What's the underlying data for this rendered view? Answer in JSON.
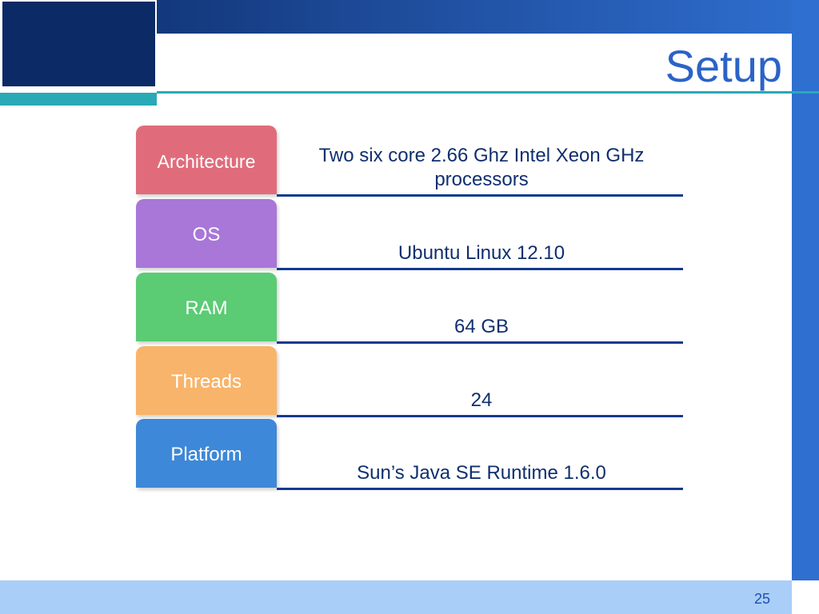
{
  "slide": {
    "title": "Setup",
    "page_number": "25"
  },
  "rows": [
    {
      "label": "Architecture",
      "value": "Two six core 2.66 Ghz Intel Xeon GHz processors",
      "color": "#e06c7b"
    },
    {
      "label": "OS",
      "value": "Ubuntu Linux 12.10",
      "color": "#a877d8"
    },
    {
      "label": "RAM",
      "value": "64 GB",
      "color": "#5bcb74"
    },
    {
      "label": "Threads",
      "value": "24",
      "color": "#f8b46a"
    },
    {
      "label": "Platform",
      "value": "Sun’s Java SE Runtime 1.6.0",
      "color": "#3d88d8"
    }
  ],
  "colors": {
    "title": "#2b63c7",
    "band_dark": "#0b2a66",
    "band_light": "#2f6fd0",
    "accent_teal": "#2aa9b6",
    "footer": "#a9cef7",
    "rule": "#123a8f"
  }
}
